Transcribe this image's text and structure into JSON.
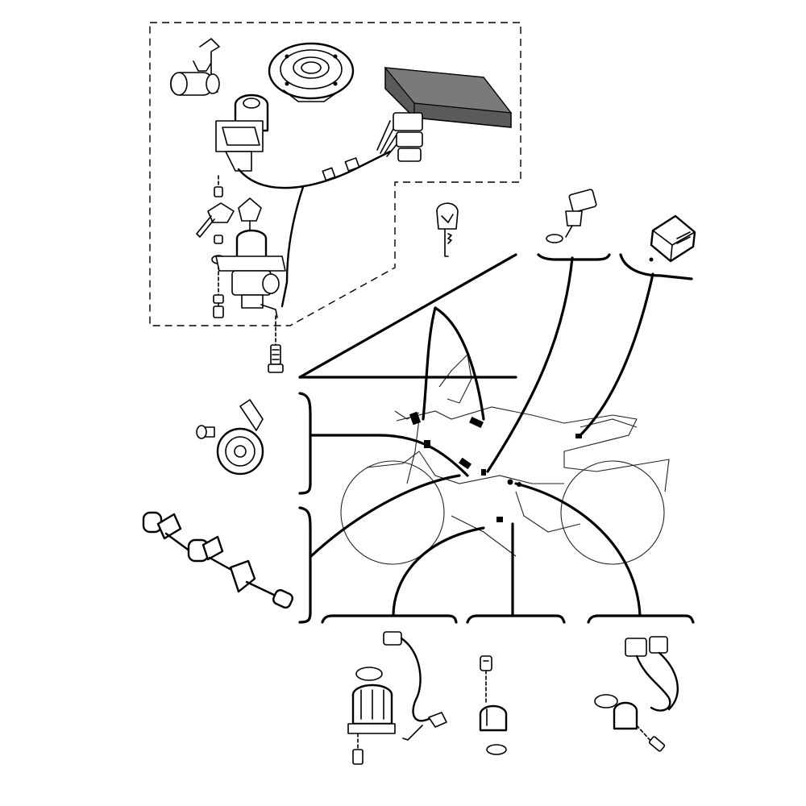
{
  "diagram": {
    "type": "exploded parts diagram",
    "style": "black line art on white",
    "colors": {
      "line": "#000000",
      "background": "#ffffff",
      "ecu_fill": "#5a5a5a",
      "ecu_top": "#7a7a7a"
    }
  },
  "groups": [
    {
      "id": "ignition-lock-set",
      "border": "dashed",
      "parts": [
        "seat-lock-cylinder",
        "fuel-cap-lock",
        "ecu-unit",
        "main-switch",
        "keys",
        "steering-lock",
        "mounting-bolts"
      ]
    },
    {
      "id": "sensor-group-top",
      "parts": [
        "temperature-sensor",
        "relay-connector"
      ]
    },
    {
      "id": "horn-group",
      "parts": [
        "horn",
        "horn-bolt"
      ]
    },
    {
      "id": "switch-group",
      "parts": [
        "handlebar-switches"
      ]
    },
    {
      "id": "sensor-group-bottom",
      "parts": [
        "neutral-switch-sensor",
        "oil-level-bolt",
        "speed-sensor"
      ]
    }
  ],
  "icons": [
    "key-icon",
    "horn-icon",
    "sensor-icon",
    "bolt-icon",
    "connector-icon",
    "lock-icon"
  ]
}
